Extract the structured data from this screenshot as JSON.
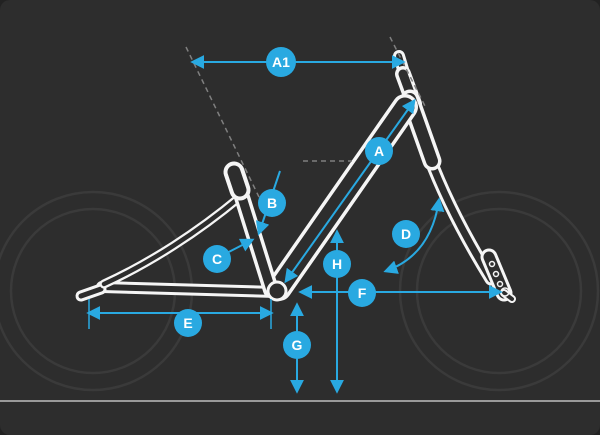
{
  "diagram": {
    "type": "bicycle-geometry-measurement-diagram",
    "colors": {
      "background": "#2d2d2d",
      "accent_blue": "#29a9e1",
      "frame_outline": "#f5f5f5",
      "wheel_ghost": "#3a3a3a",
      "ground_line": "#9a9a9a",
      "label_text": "#ffffff",
      "dashed_guide": "#7f7f7f"
    },
    "labels": {
      "a1": "A1",
      "a": "A",
      "b": "B",
      "c": "C",
      "d": "D",
      "e": "E",
      "f": "F",
      "g": "G",
      "h": "H"
    }
  }
}
